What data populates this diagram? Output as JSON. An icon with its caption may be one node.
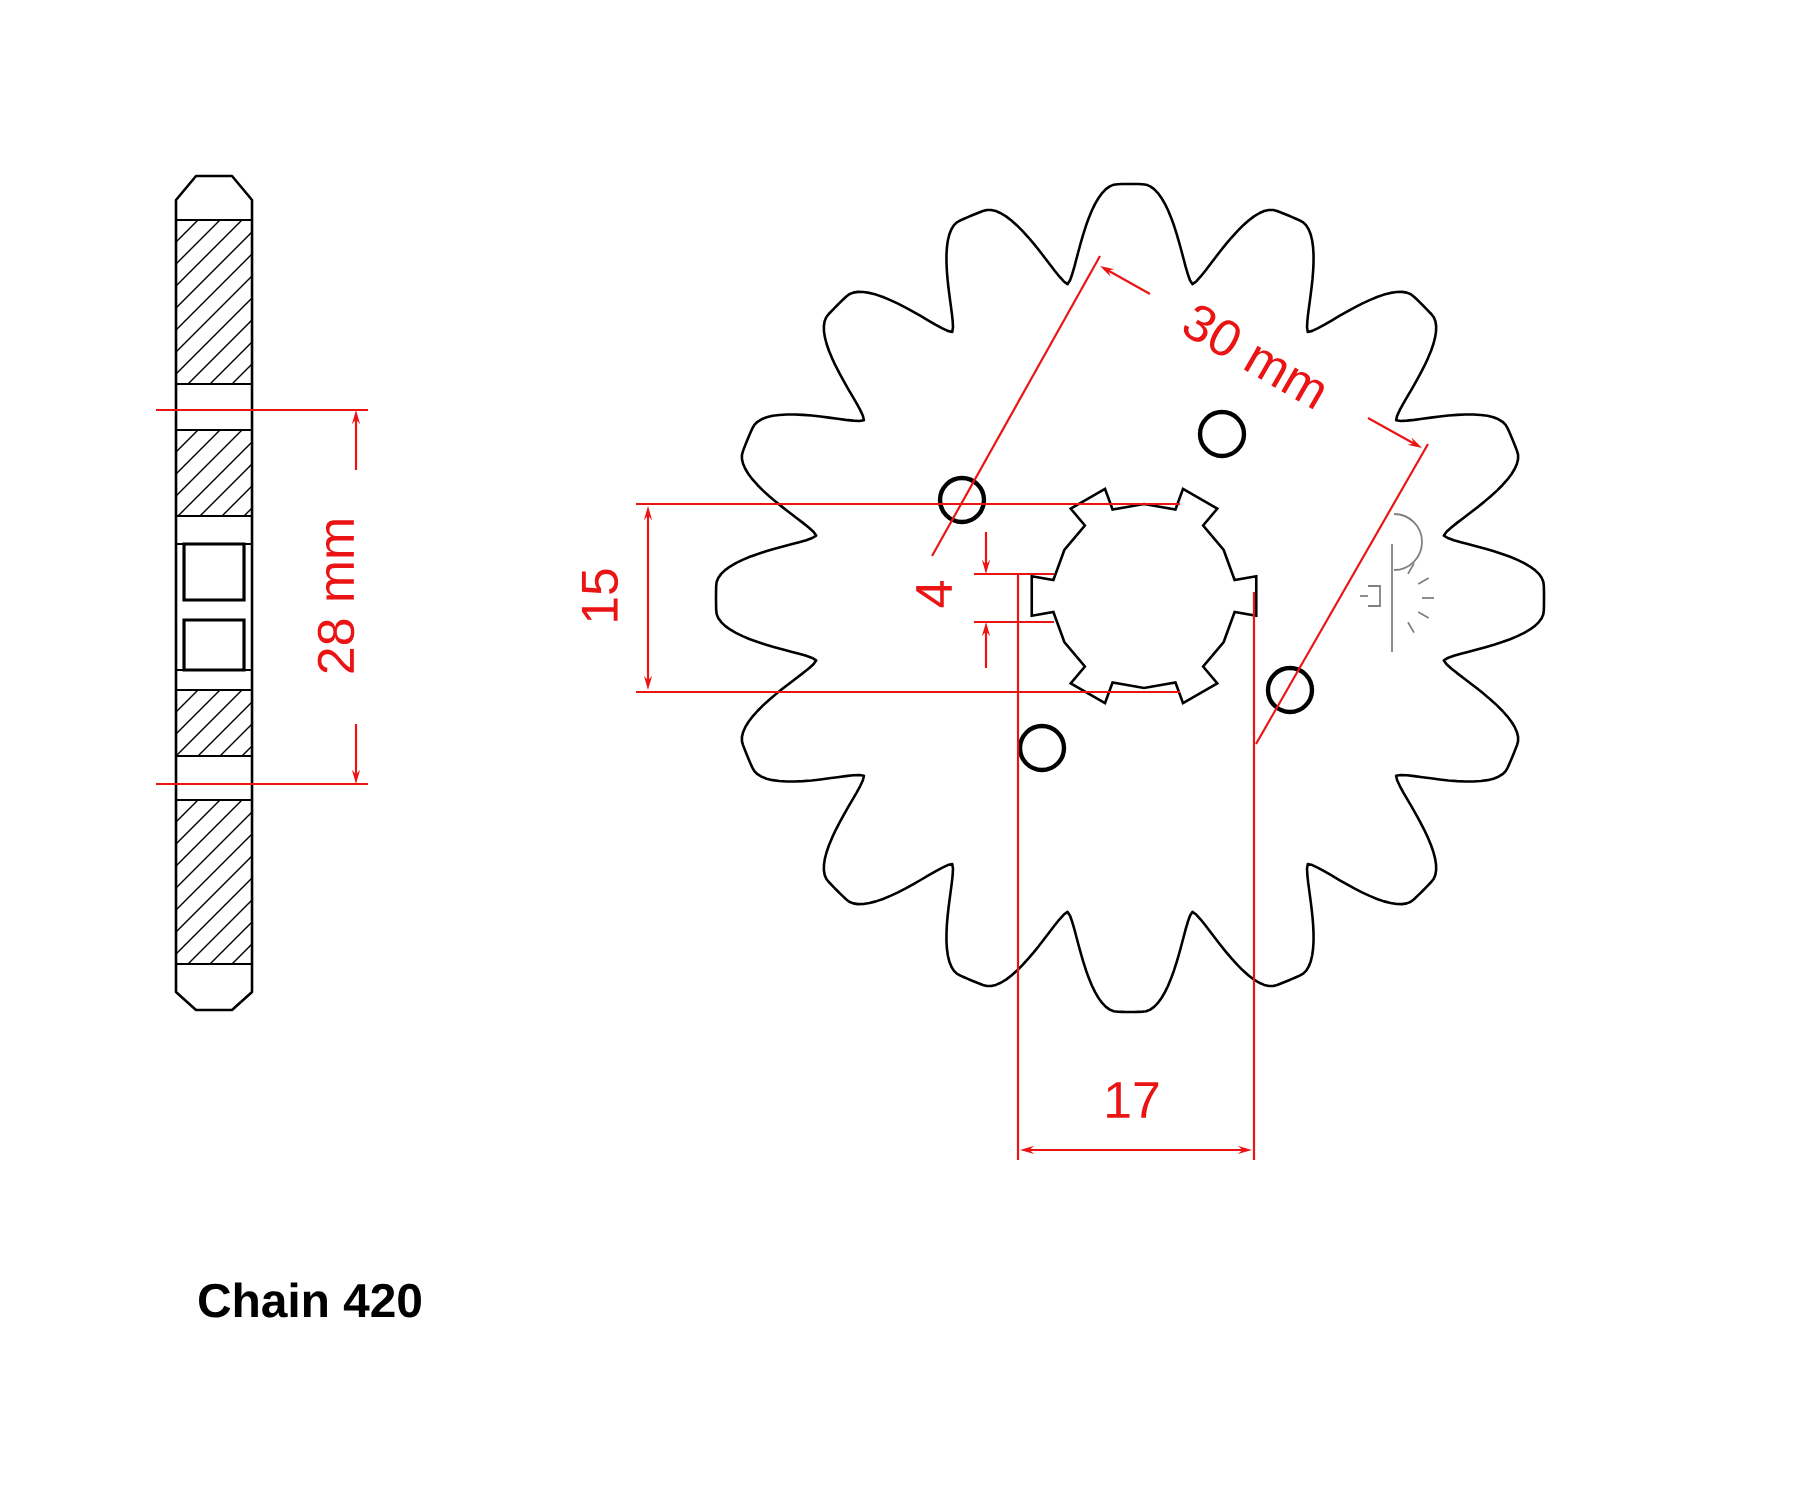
{
  "diagram": {
    "labels": [
      "28 mm",
      "30 mm",
      "15",
      "4",
      "17",
      "Chain 420"
    ]
  }
}
